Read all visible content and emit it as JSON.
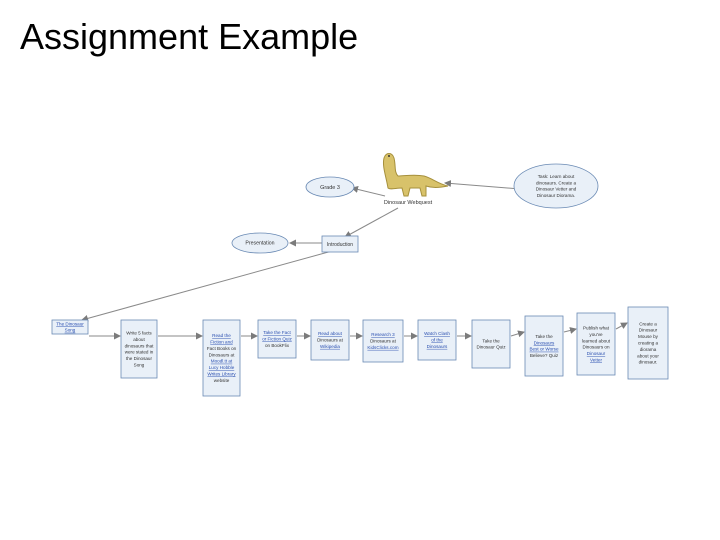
{
  "slide": {
    "title": "Assignment Example"
  },
  "colors": {
    "box_fill": "#e9f0f8",
    "box_stroke": "#6a8ab4",
    "arrow": "#7b7b7b",
    "link": "#2a4fb0",
    "text": "#333333"
  },
  "diagram": {
    "center_label": "Dinosaur Webquest",
    "center_icon": "dinosaur-icon",
    "clouds": {
      "grade": [
        "Grade 3"
      ],
      "task": [
        "Task: Learn about",
        "dinosaurs. Create a",
        "Dinosaur Vetter and",
        "Dinosaur Diorama."
      ],
      "presentation": [
        "Presentation"
      ]
    },
    "introduction": "Introduction",
    "steps": [
      {
        "lines": [
          "The Dinosaur",
          "Song"
        ],
        "link_lines": [
          0,
          1
        ]
      },
      {
        "lines": [
          "Write 5 facts",
          "about",
          "dinosaurs that",
          "were stated in",
          "the Dinosaur",
          "Song"
        ],
        "link_lines": []
      },
      {
        "lines": [
          "Read the",
          "Fiction and",
          "Fact Books on",
          "Dinosaurs at",
          "Moodl.tt at",
          "Lucy Hobble",
          "Writes Library",
          "website"
        ],
        "link_lines": [
          0,
          1,
          4,
          5,
          6
        ]
      },
      {
        "lines": [
          "Take the Fact",
          "or Fiction Quiz",
          "on BookFlix"
        ],
        "link_lines": [
          0,
          1
        ]
      },
      {
        "lines": [
          "Read about",
          "Dinosaurs at",
          "Wikipedia"
        ],
        "link_lines": [
          0,
          2
        ]
      },
      {
        "lines": [
          "Research 3",
          "Dinosaurs at",
          "KidsClicks.com"
        ],
        "link_lines": [
          0,
          2
        ]
      },
      {
        "lines": [
          "Watch Clash",
          "of the",
          "Dinosaurs"
        ],
        "link_lines": [
          0,
          1,
          2
        ]
      },
      {
        "lines": [
          "Take the",
          "Dinosaur Quiz"
        ],
        "link_lines": []
      },
      {
        "lines": [
          "Take the",
          "Dinosaurs",
          "Best or Worse",
          "Believe? Quiz"
        ],
        "link_lines": [
          1,
          2
        ]
      },
      {
        "lines": [
          "Publish what",
          "you've",
          "learned about",
          "Dinosaurs on",
          "Dinosaur",
          "Vetter"
        ],
        "link_lines": [
          4,
          5
        ]
      },
      {
        "lines": [
          "Create a",
          "Dinosaur",
          "Mouse by",
          "creating a",
          "diorama",
          "about your",
          "dinosaur."
        ],
        "link_lines": []
      }
    ]
  }
}
